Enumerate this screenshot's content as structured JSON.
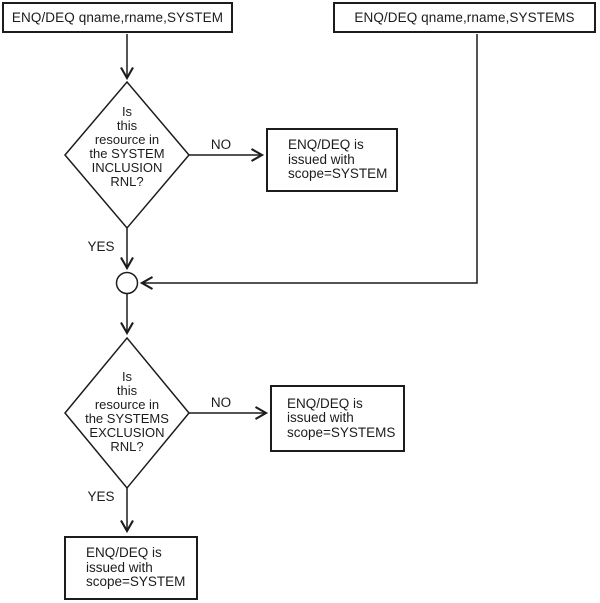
{
  "flowchart": {
    "entry_left": {
      "label": "ENQ/DEQ qname,rname,SYSTEM"
    },
    "entry_right": {
      "label": "ENQ/DEQ qname,rname,SYSTEMS"
    },
    "decision_inclusion": {
      "question": "Is\nthis\nresource in\nthe SYSTEM\nINCLUSION\nRNL?",
      "no_label": "NO",
      "yes_label": "YES"
    },
    "result_inclusion_no": {
      "label": "ENQ/DEQ is\nissued with\nscope=SYSTEM"
    },
    "decision_exclusion": {
      "question": "Is\nthis\nresource in\nthe SYSTEMS\nEXCLUSION\nRNL?",
      "no_label": "NO",
      "yes_label": "YES"
    },
    "result_exclusion_no": {
      "label": "ENQ/DEQ is\nissued with\nscope=SYSTEMS"
    },
    "result_final": {
      "label": "ENQ/DEQ is\nissued with\nscope=SYSTEM"
    },
    "junction": {
      "shape": "circle-connector"
    }
  },
  "colors": {
    "line": "#1c1c1c",
    "text": "#1c1c1c",
    "background": "#ffffff"
  }
}
